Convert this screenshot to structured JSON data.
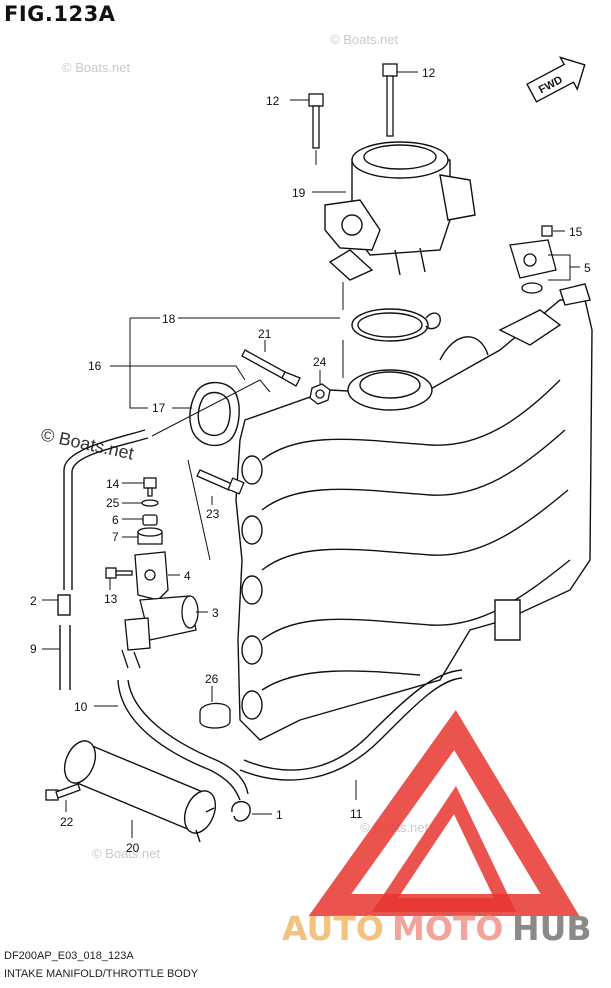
{
  "figure": {
    "title": "FIG.123A",
    "code": "DF200AP_E03_018_123A",
    "caption": "INTAKE MANIFOLD/THROTTLE BODY"
  },
  "fwd_label": "FWD",
  "watermarks": {
    "boats_small": "© Boats.net",
    "boats_large": "© Boats.net"
  },
  "logo": {
    "text_auto": "AUTO",
    "text_moto": "MOTO",
    "text_hub": "HUB",
    "color_auto": "#f4c27f",
    "color_moto": "#f2a49c",
    "color_hub": "#8a8a8a",
    "color_mark": "#e8352f"
  },
  "callouts": [
    "12",
    "12",
    "19",
    "15",
    "5",
    "18",
    "21",
    "16",
    "24",
    "17",
    "14",
    "25",
    "6",
    "7",
    "23",
    "4",
    "2",
    "13",
    "3",
    "9",
    "26",
    "10",
    "1",
    "11",
    "22",
    "20"
  ]
}
